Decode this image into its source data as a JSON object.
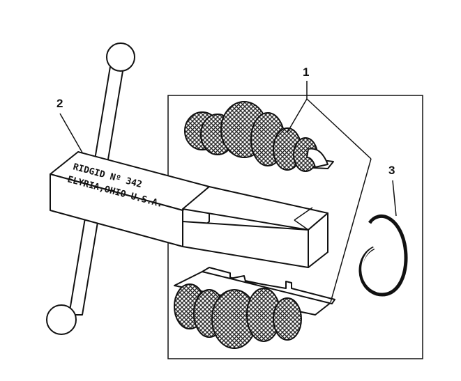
{
  "callouts": {
    "c1": "1",
    "c2": "2",
    "c3": "3"
  },
  "tool_engraving": {
    "line1": "RIDGID Nº 342",
    "line2": "ELYRIA,OHIO U.S.A."
  },
  "colors": {
    "ink": "#111111",
    "paper": "#ffffff",
    "knurl": "#2a2a2a"
  }
}
